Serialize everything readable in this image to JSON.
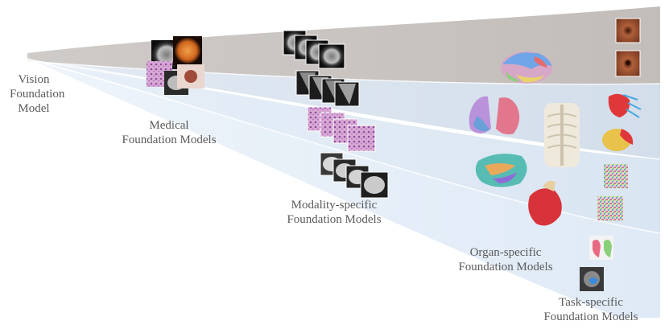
{
  "labels": {
    "vision": [
      "Vision",
      "Foundation",
      "Model"
    ],
    "medical": [
      "Medical",
      "Foundation Models"
    ],
    "modality": [
      "Modality-specific",
      "Foundation Models"
    ],
    "organ": [
      "Organ-specific",
      "Foundation Models"
    ],
    "task": [
      "Task-specific",
      "Foundation Models"
    ]
  },
  "colors": {
    "band_top": "#c9c4c1",
    "band_mid": "#d4d6da",
    "band_low": "#cfdcec",
    "band_bottom": "#dce8f5",
    "text": "#5a5a5a"
  }
}
